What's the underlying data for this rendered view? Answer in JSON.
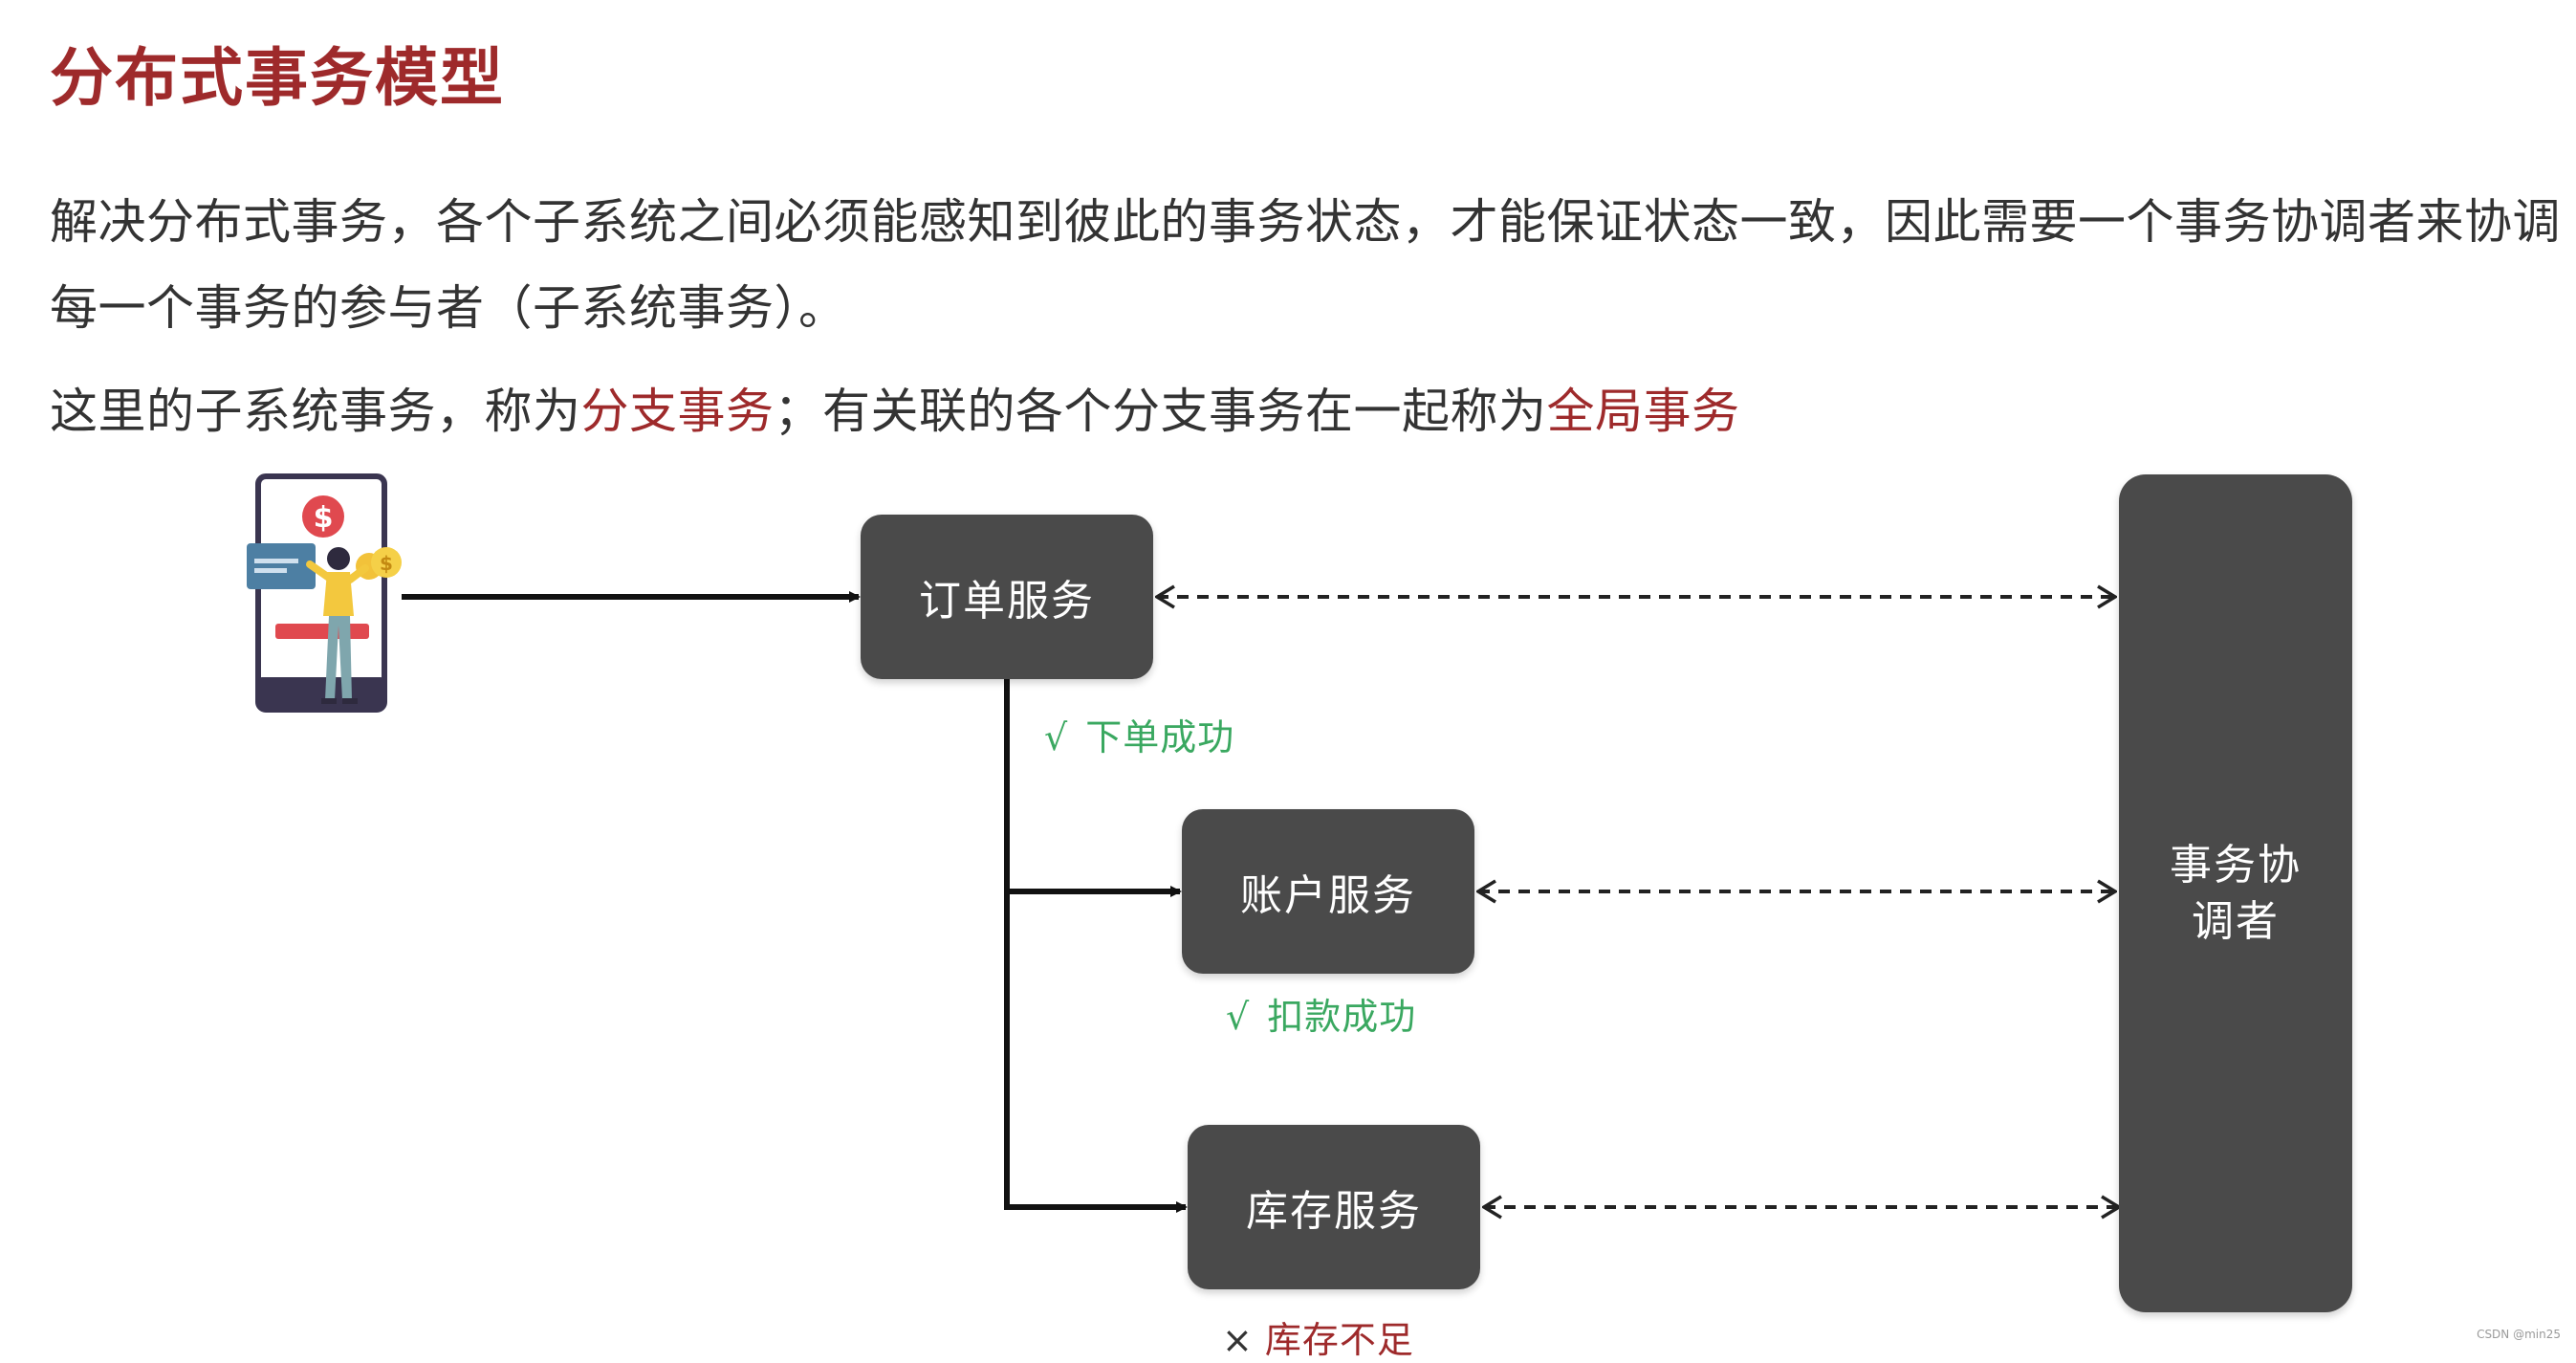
{
  "title": "分布式事务模型",
  "paragraphs": {
    "line1": "解决分布式事务，各个子系统之间必须能感知到彼此的事务状态，才能保证状态一致，因此需要一个事务协调者来协调",
    "line2": "每一个事务的参与者（子系统事务）。",
    "line3_prefix": "这里的子系统事务，称为",
    "line3_hl1": "分支事务",
    "line3_mid": "；有关联的各个分支事务在一起称为",
    "line3_hl2": "全局事务"
  },
  "diagram": {
    "order_service": "订单服务",
    "account_service": "账户服务",
    "stock_service": "库存服务",
    "coordinator_line1": "事务协",
    "coordinator_line2": "调者",
    "status_order": {
      "mark": "√",
      "text": "下单成功"
    },
    "status_account": {
      "mark": "√",
      "text": "扣款成功"
    },
    "status_stock": {
      "mark": "×",
      "text": "库存不足"
    }
  },
  "icons": {
    "user": "mobile-payment-user-icon"
  },
  "colors": {
    "title": "#9e2a2b",
    "box": "#4a4a4a",
    "success": "#3aa860",
    "fail": "#9e2a2b"
  },
  "watermark": "CSDN @min25"
}
